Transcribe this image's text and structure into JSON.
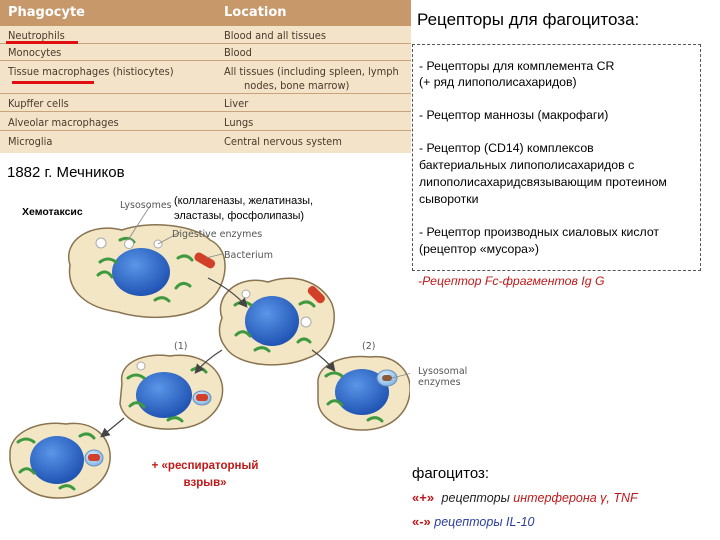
{
  "table": {
    "headers": [
      "Phagocyte",
      "Location"
    ],
    "rows": [
      {
        "phagocyte": "Neutrophils",
        "location": "Blood and all tissues"
      },
      {
        "phagocyte": "Monocytes",
        "location": "Blood"
      },
      {
        "phagocyte": "Tissue macrophages (histiocytes)",
        "location": "All tissues (including spleen, lymph",
        "location2": "nodes, bone marrow)"
      },
      {
        "phagocyte": "Kupffer cells",
        "location": "Liver"
      },
      {
        "phagocyte": "Alveolar macrophages",
        "location": "Lungs"
      },
      {
        "phagocyte": "Microglia",
        "location": "Central nervous system"
      }
    ]
  },
  "receptors": {
    "title": "Рецепторы для фагоцитоза:",
    "items": [
      "- Рецепторы для комплемента CR",
      "(+ ряд липополисахаридов)",
      "- Рецептор маннозы (макрофаги)",
      "- Рецептор (CD14) комплексов",
      "бактериальных липополисахаридов  с",
      "липополисахаридсвязывающим протеином",
      "сыворотки",
      "- Рецептор производных сиаловых кислот",
      "(рецептор «мусора»)"
    ],
    "fc": "-Рецептор Fc-фрагментов Ig G"
  },
  "history": "1882 г. Мечников",
  "chemotaxis": "Хемотаксис",
  "enzymes_note": [
    "(коллагеназы, желатиназы,",
    "эластазы, фосфолипазы)"
  ],
  "diagram_labels": {
    "lysosomes": "Lysosomes",
    "digestive": "Digestive enzymes",
    "bacterium": "Bacterium",
    "step1": "(1)",
    "step2": "(2)",
    "lysosomal1": "Lysosomal",
    "lysosomal2": "enzymes"
  },
  "respiratory_burst": [
    "+ «респираторный",
    "взрыв»"
  ],
  "phagocytosis": {
    "title": "фагоцитоз:",
    "plus_symbol": "«+»",
    "plus_text": "рецепторы",
    "plus_red": "интерферона γ, TNF",
    "minus_symbol": "«-»",
    "minus_text": "рецепторы IL-10"
  },
  "colors": {
    "accent_red": "#c01818",
    "nucleus": "#2f6fd0",
    "cytoplasm": "#f3e8c8",
    "table_bg": "#f3e3c8",
    "table_header": "#c7986a",
    "highlight_red": "#e01010"
  }
}
